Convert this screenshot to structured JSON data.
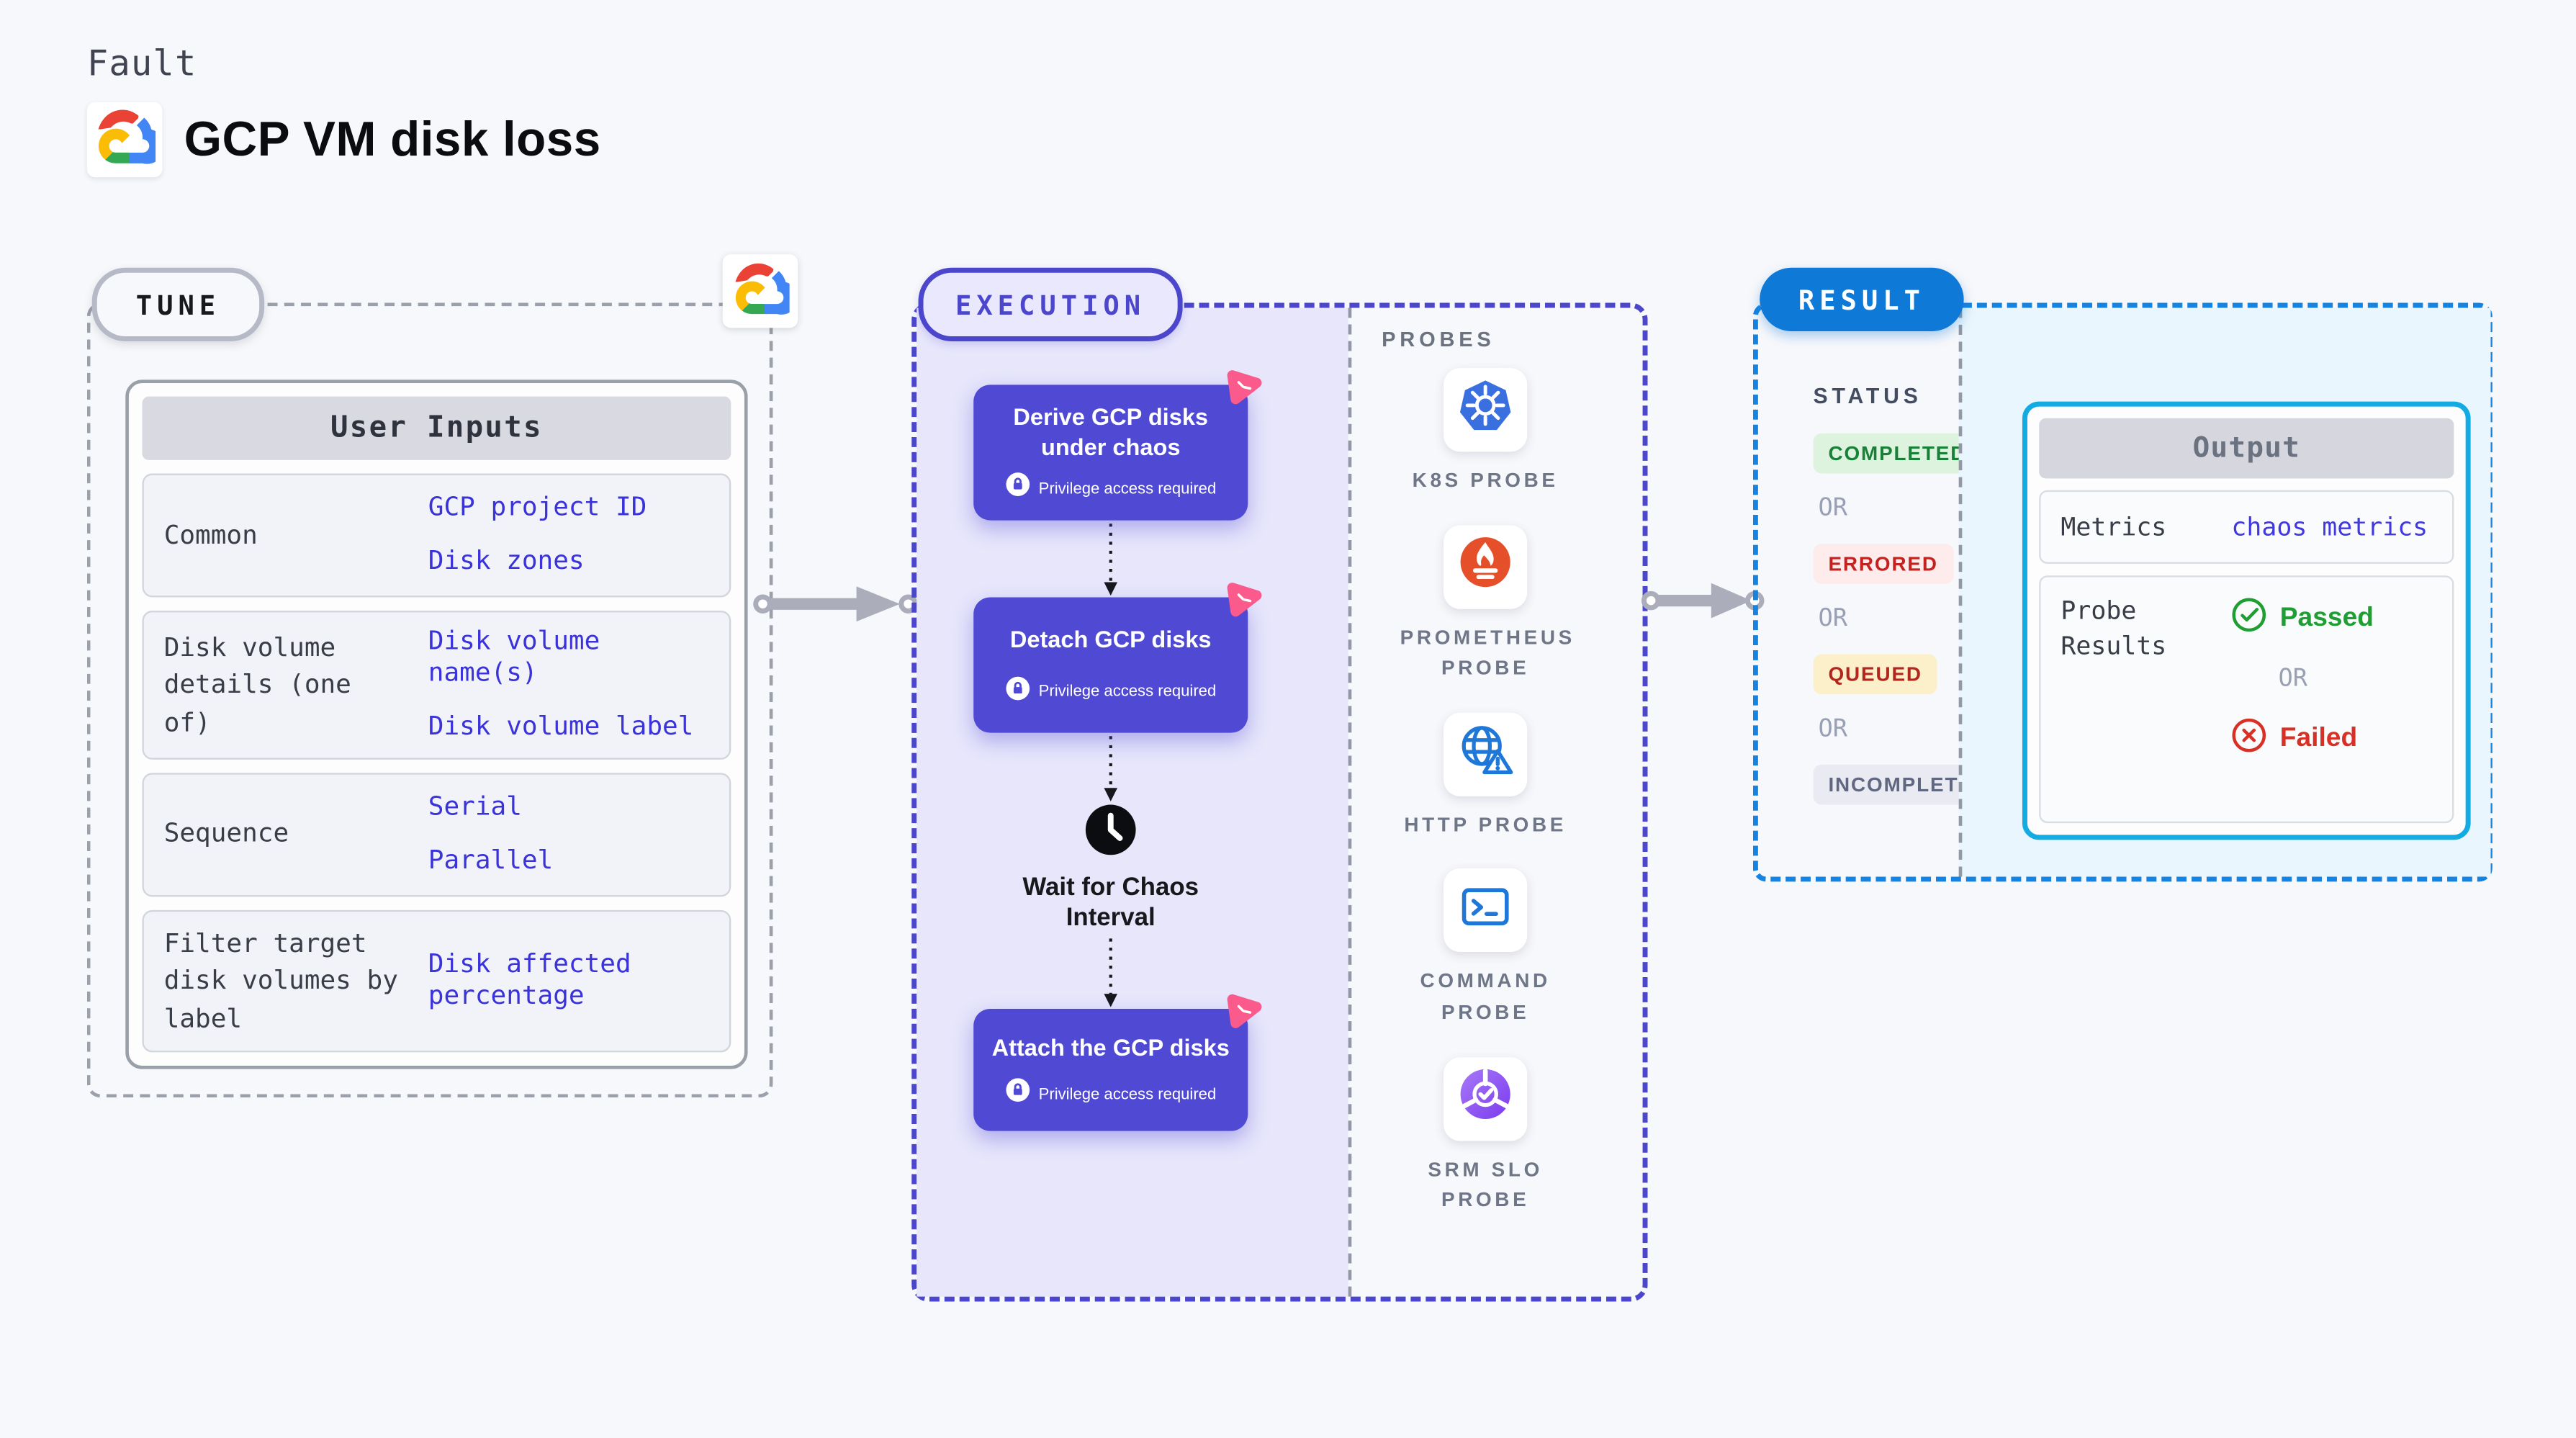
{
  "header": {
    "fault_label": "Fault",
    "title": "GCP VM disk loss"
  },
  "tune": {
    "pill": "TUNE",
    "inputs_header": "User Inputs",
    "rows": [
      {
        "label": "Common",
        "values": [
          "GCP project ID",
          "Disk zones"
        ]
      },
      {
        "label": "Disk volume details (one of)",
        "values": [
          "Disk volume name(s)",
          "Disk volume label"
        ]
      },
      {
        "label": "Sequence",
        "values": [
          "Serial",
          "Parallel"
        ]
      },
      {
        "label": "Filter target disk volumes by label",
        "values": [
          "Disk affected percentage"
        ]
      }
    ]
  },
  "execution": {
    "pill": "EXECUTION",
    "privilege_label": "Privilege access required",
    "wait_label": "Wait for Chaos Interval",
    "nodes": [
      {
        "title": "Derive GCP disks under chaos"
      },
      {
        "title": "Detach GCP disks"
      },
      {
        "title": "Attach the GCP disks"
      }
    ]
  },
  "probes": {
    "label": "PROBES",
    "items": [
      {
        "label": "K8S PROBE",
        "icon": "k8s-probe-icon"
      },
      {
        "label": "PROMETHEUS PROBE",
        "icon": "prometheus-probe-icon"
      },
      {
        "label": "HTTP PROBE",
        "icon": "http-probe-icon"
      },
      {
        "label": "COMMAND PROBE",
        "icon": "command-probe-icon"
      },
      {
        "label": "SRM SLO PROBE",
        "icon": "srm-slo-probe-icon"
      }
    ]
  },
  "result": {
    "pill": "RESULT",
    "status_label": "STATUS",
    "or_label": "OR",
    "statuses": [
      {
        "label": "COMPLETED",
        "text_color": "#188038",
        "bg_color": "#ddf3de"
      },
      {
        "label": "ERRORED",
        "text_color": "#c5221f",
        "bg_color": "#fdeceb"
      },
      {
        "label": "QUEUED",
        "text_color": "#b3261e",
        "bg_color": "#fbf0c9"
      },
      {
        "label": "INCOMPLETED",
        "text_color": "#5f6880",
        "bg_color": "#e9eaf2"
      }
    ],
    "output": {
      "header": "Output",
      "metrics_label": "Metrics",
      "metrics_value": "chaos metrics",
      "probe_results_label": "Probe Results",
      "passed_label": "Passed",
      "failed_label": "Failed"
    }
  },
  "colors": {
    "page_bg": "#f7f8fb",
    "execution_accent": "#4b46cb",
    "execution_node": "#4f49d4",
    "execution_panel_bg": "#e7e6fb",
    "result_accent": "#1583e2",
    "result_panel_bg": "#e9f6fd",
    "output_border": "#14abe3",
    "input_value_text": "#3a33d9",
    "passed_green": "#1e9e33",
    "failed_red": "#d93025",
    "chaos_pink": "#fa5a8c",
    "arrow_gray": "#abaeba"
  }
}
